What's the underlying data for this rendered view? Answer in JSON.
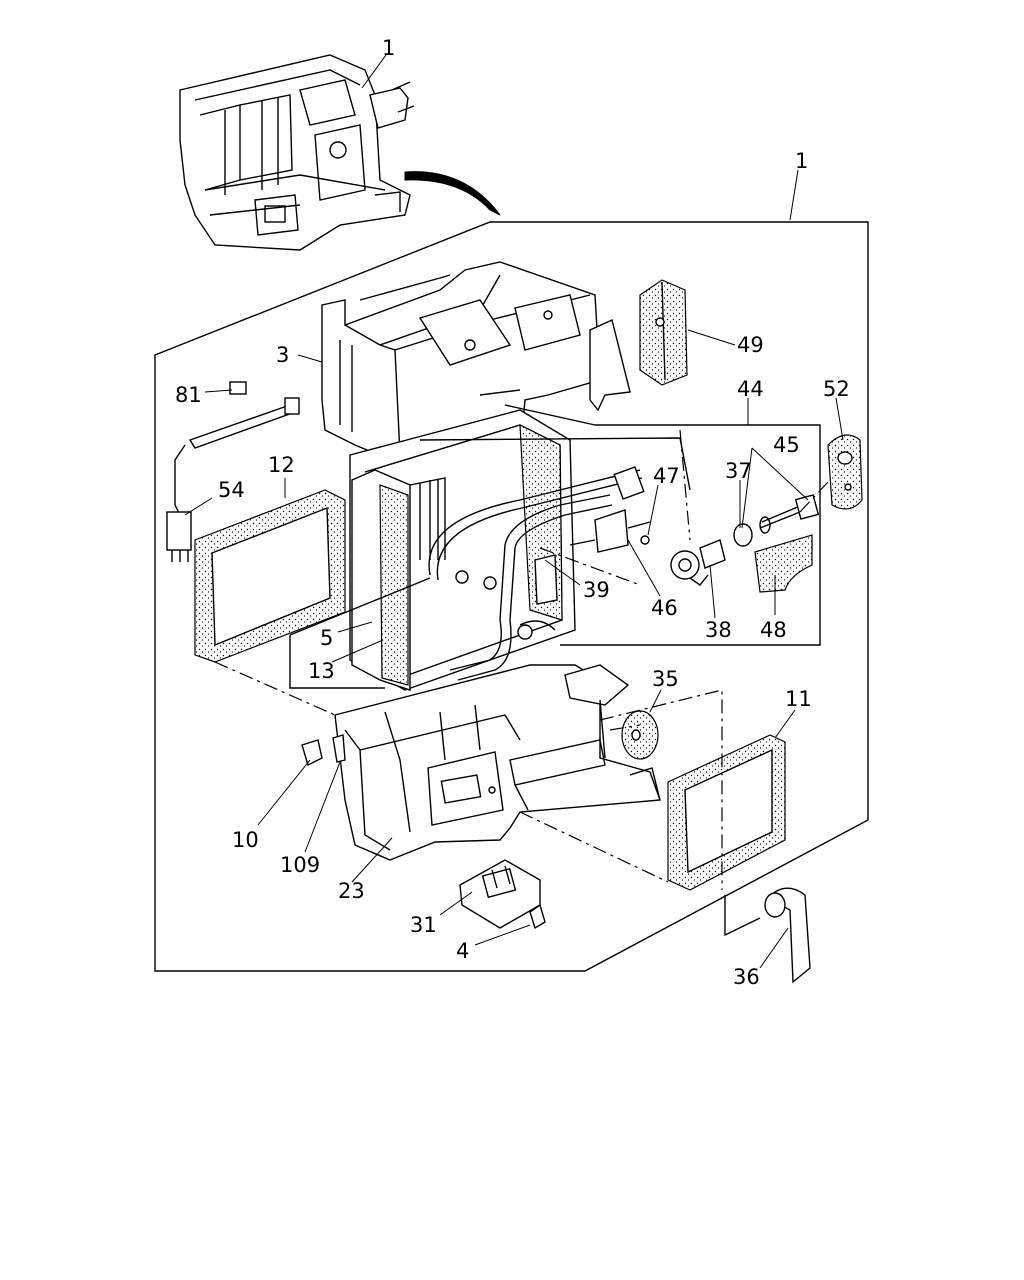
{
  "callouts": [
    {
      "id": "c1-top",
      "text": "1"
    },
    {
      "id": "c1-frame",
      "text": "1"
    },
    {
      "id": "c3",
      "text": "3"
    },
    {
      "id": "c81",
      "text": "81"
    },
    {
      "id": "c49",
      "text": "49"
    },
    {
      "id": "c44",
      "text": "44"
    },
    {
      "id": "c52",
      "text": "52"
    },
    {
      "id": "c45",
      "text": "45"
    },
    {
      "id": "c12",
      "text": "12"
    },
    {
      "id": "c54",
      "text": "54"
    },
    {
      "id": "c47",
      "text": "47"
    },
    {
      "id": "c37",
      "text": "37"
    },
    {
      "id": "c39",
      "text": "39"
    },
    {
      "id": "c46",
      "text": "46"
    },
    {
      "id": "c38",
      "text": "38"
    },
    {
      "id": "c48",
      "text": "48"
    },
    {
      "id": "c5",
      "text": "5"
    },
    {
      "id": "c13",
      "text": "13"
    },
    {
      "id": "c35",
      "text": "35"
    },
    {
      "id": "c11",
      "text": "11"
    },
    {
      "id": "c10",
      "text": "10"
    },
    {
      "id": "c109",
      "text": "109"
    },
    {
      "id": "c23",
      "text": "23"
    },
    {
      "id": "c31",
      "text": "31"
    },
    {
      "id": "c4",
      "text": "4"
    },
    {
      "id": "c36",
      "text": "36"
    }
  ]
}
